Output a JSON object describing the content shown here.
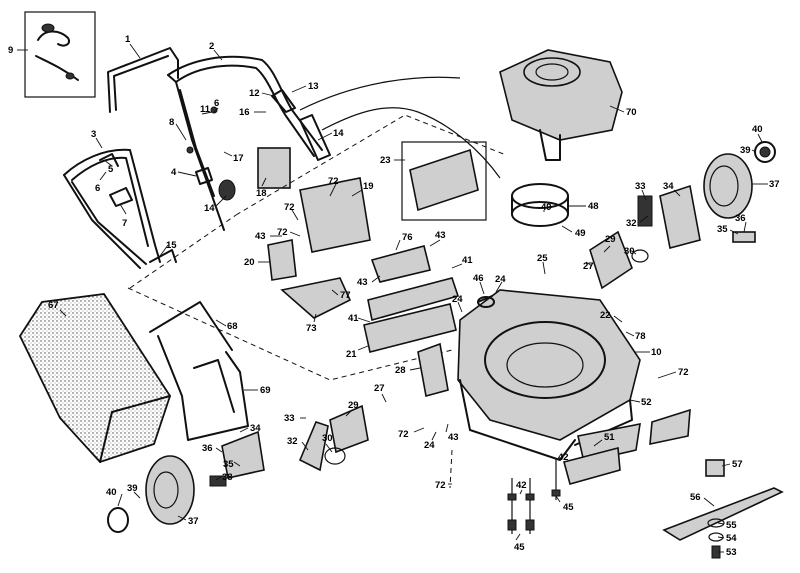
{
  "callouts": [
    {
      "label": "9"
    },
    {
      "label": "1"
    },
    {
      "label": "2"
    },
    {
      "label": "13"
    },
    {
      "label": "12"
    },
    {
      "label": "16"
    },
    {
      "label": "11"
    },
    {
      "label": "6"
    },
    {
      "label": "8"
    },
    {
      "label": "14"
    },
    {
      "label": "17"
    },
    {
      "label": "4"
    },
    {
      "label": "14"
    },
    {
      "label": "18"
    },
    {
      "label": "3"
    },
    {
      "label": "5"
    },
    {
      "label": "6"
    },
    {
      "label": "7"
    },
    {
      "label": "15"
    },
    {
      "label": "23"
    },
    {
      "label": "72"
    },
    {
      "label": "19"
    },
    {
      "label": "72"
    },
    {
      "label": "43"
    },
    {
      "label": "72"
    },
    {
      "label": "20"
    },
    {
      "label": "76"
    },
    {
      "label": "43"
    },
    {
      "label": "43"
    },
    {
      "label": "77"
    },
    {
      "label": "73"
    },
    {
      "label": "41"
    },
    {
      "label": "41"
    },
    {
      "label": "21"
    },
    {
      "label": "70"
    },
    {
      "label": "48"
    },
    {
      "label": "49"
    },
    {
      "label": "49"
    },
    {
      "label": "40"
    },
    {
      "label": "39"
    },
    {
      "label": "37"
    },
    {
      "label": "33"
    },
    {
      "label": "34"
    },
    {
      "label": "32"
    },
    {
      "label": "35"
    },
    {
      "label": "36"
    },
    {
      "label": "29"
    },
    {
      "label": "30"
    },
    {
      "label": "27"
    },
    {
      "label": "25"
    },
    {
      "label": "24"
    },
    {
      "label": "46"
    },
    {
      "label": "24"
    },
    {
      "label": "22"
    },
    {
      "label": "78"
    },
    {
      "label": "10"
    },
    {
      "label": "72"
    },
    {
      "label": "52"
    },
    {
      "label": "67"
    },
    {
      "label": "68"
    },
    {
      "label": "69"
    },
    {
      "label": "28"
    },
    {
      "label": "27"
    },
    {
      "label": "33"
    },
    {
      "label": "29"
    },
    {
      "label": "32"
    },
    {
      "label": "30"
    },
    {
      "label": "72"
    },
    {
      "label": "24"
    },
    {
      "label": "43"
    },
    {
      "label": "34"
    },
    {
      "label": "36"
    },
    {
      "label": "35"
    },
    {
      "label": "38"
    },
    {
      "label": "40"
    },
    {
      "label": "39"
    },
    {
      "label": "37"
    },
    {
      "label": "72"
    },
    {
      "label": "51"
    },
    {
      "label": "42"
    },
    {
      "label": "42"
    },
    {
      "label": "45"
    },
    {
      "label": "45"
    },
    {
      "label": "57"
    },
    {
      "label": "56"
    },
    {
      "label": "55"
    },
    {
      "label": "54"
    },
    {
      "label": "53"
    }
  ]
}
